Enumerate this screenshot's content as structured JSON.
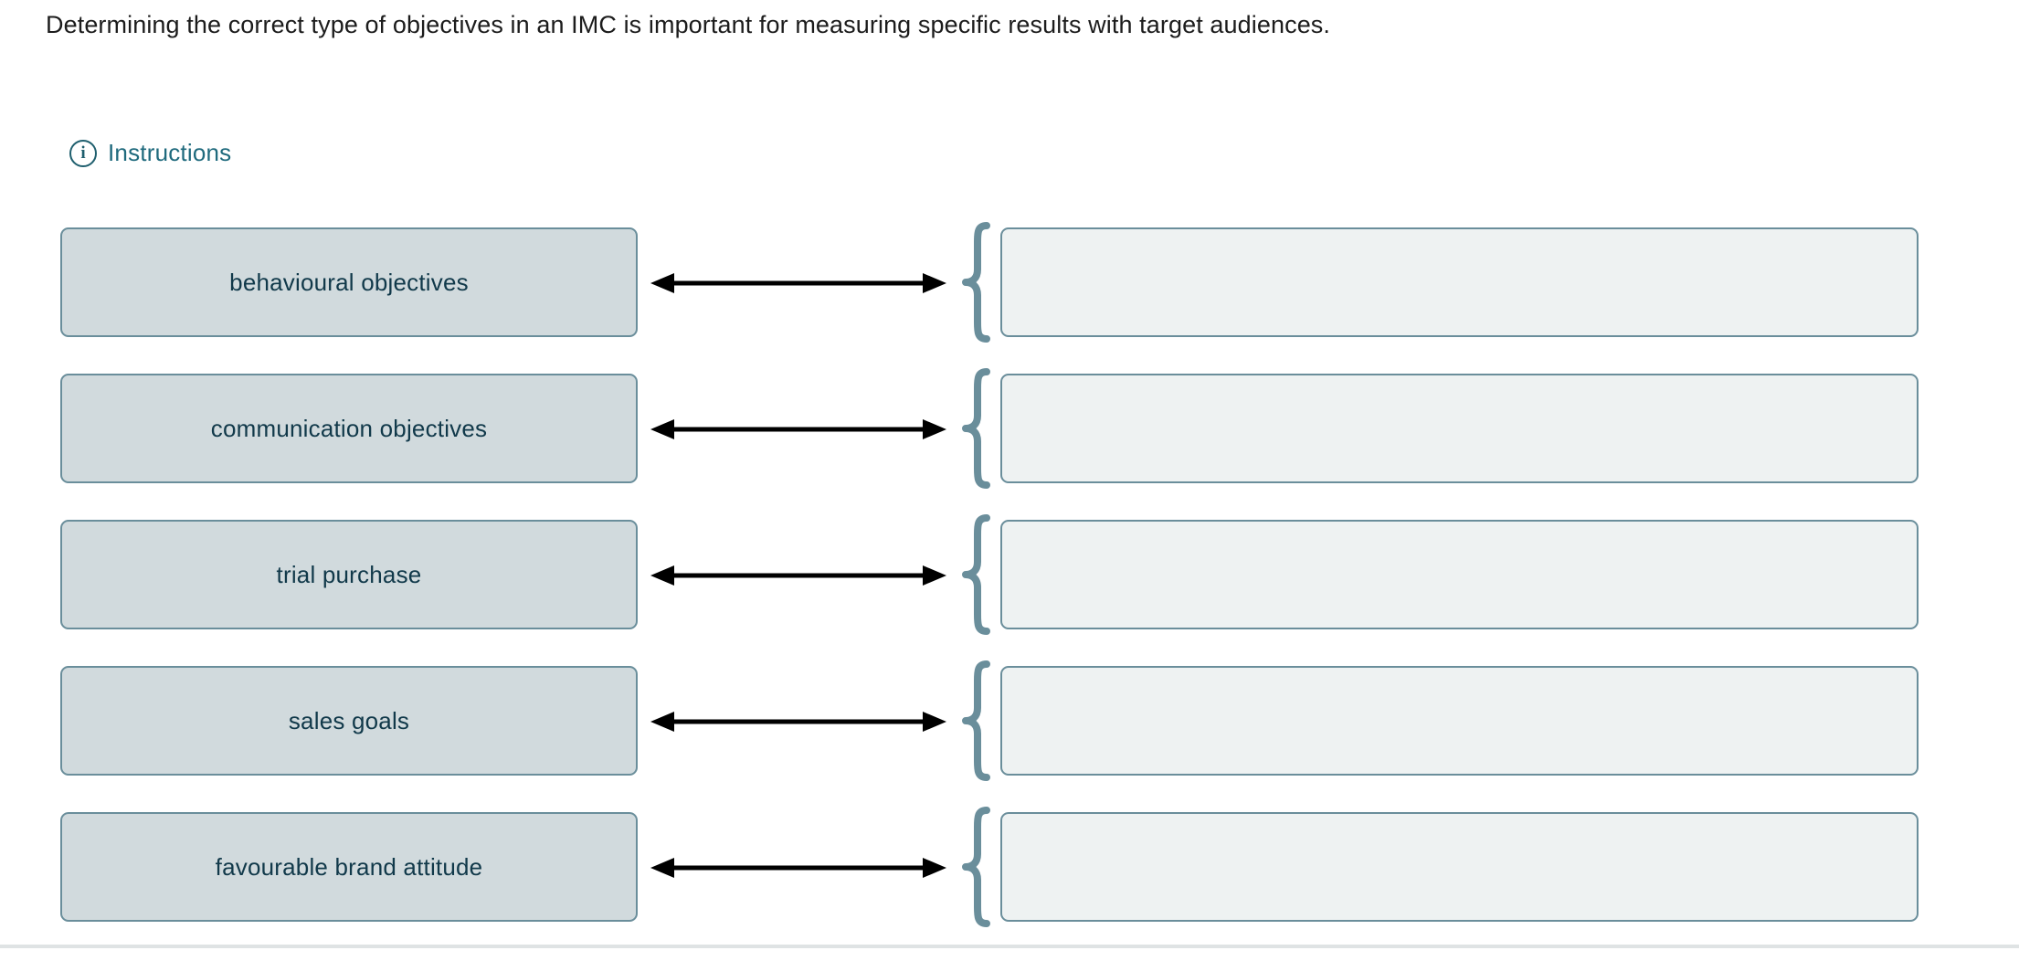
{
  "stem": {
    "text": "Determining the correct type of objectives in an IMC is important for measuring specific results with target audiences."
  },
  "instructions": {
    "icon": "info-circle-icon",
    "label": "Instructions"
  },
  "colors": {
    "source_tile_fill": "#d1dadd",
    "source_tile_border": "#6a8e9b",
    "drop_zone_fill": "#eef2f2",
    "drop_zone_border": "#6a8e9b",
    "brace": "#6a8e9b",
    "arrow": "#000000",
    "accent_text": "#1f6a7d",
    "tile_text": "#11394a",
    "stem_text": "#1c1c1c",
    "divider": "#dfe3e4"
  },
  "matching": {
    "connector_icon": "double-headed-arrow-icon",
    "brace_icon": "curly-brace-icon",
    "rows": [
      {
        "term": "behavioural objectives",
        "answer": ""
      },
      {
        "term": "communication objectives",
        "answer": ""
      },
      {
        "term": "trial purchase",
        "answer": ""
      },
      {
        "term": "sales goals",
        "answer": ""
      },
      {
        "term": "favourable brand attitude",
        "answer": ""
      }
    ]
  }
}
